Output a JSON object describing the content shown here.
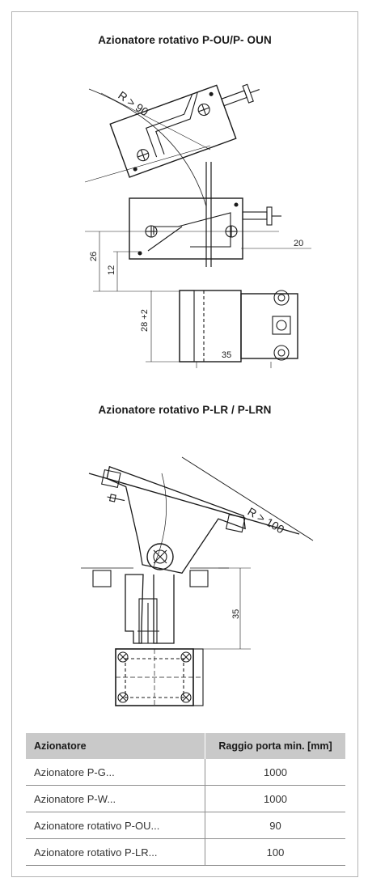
{
  "section1": {
    "title": "Azionatore rotativo P-OU/P- OUN"
  },
  "section2": {
    "title": "Azionatore rotativo P-LR / P-LRN"
  },
  "drawing1": {
    "radius_label": "R > 90",
    "dim_26": "26",
    "dim_12": "12",
    "dim_28": "28 +2",
    "dim_20": "20",
    "dim_35": "35"
  },
  "drawing2": {
    "radius_label": "R > 100",
    "dim_35": "35"
  },
  "table": {
    "headers": [
      "Azionatore",
      "Raggio porta min. [mm]"
    ],
    "rows": [
      [
        "Azionatore P-G...",
        "1000"
      ],
      [
        "Azionatore P-W...",
        "1000"
      ],
      [
        "Azionatore rotativo P-OU...",
        "90"
      ],
      [
        "Azionatore rotativo P-LR...",
        "100"
      ]
    ]
  },
  "colors": {
    "line": "#1a1a1a",
    "table_header_bg": "#c9c9c9",
    "border": "#b4b4b4"
  }
}
